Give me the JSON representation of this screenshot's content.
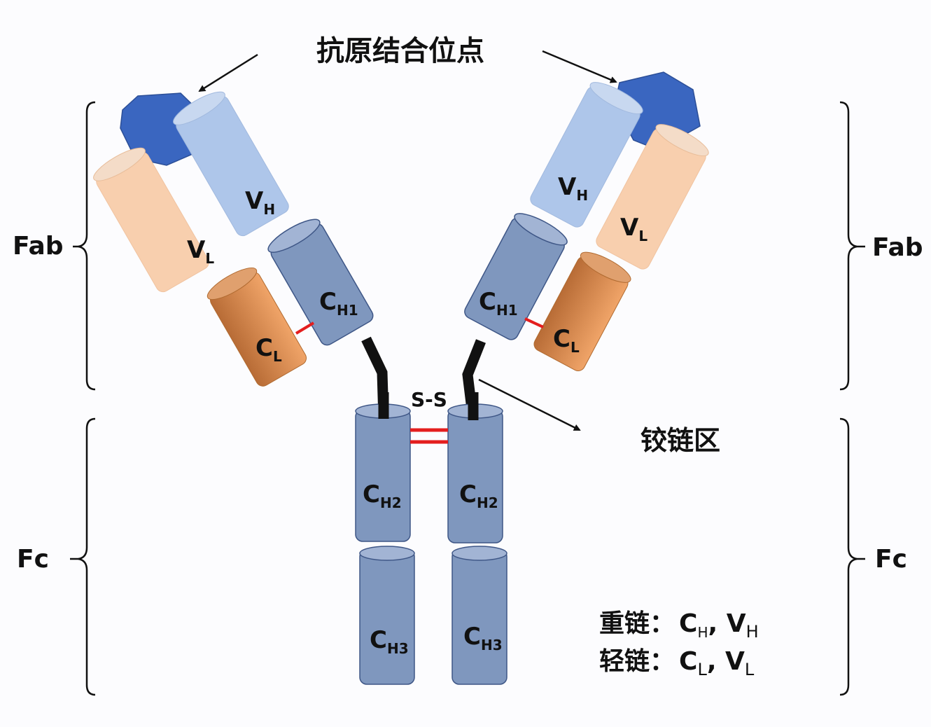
{
  "title": "抗原结合位点",
  "hinge_label": "铰链区",
  "disulfide_label": "S-S",
  "regions": {
    "fab_left": "Fab",
    "fab_right": "Fab",
    "fc_left": "Fc",
    "fc_right": "Fc"
  },
  "domains": {
    "vh": {
      "main": "V",
      "sub": "H"
    },
    "vl": {
      "main": "V",
      "sub": "L"
    },
    "ch1": {
      "main": "C",
      "sub": "H1"
    },
    "cl": {
      "main": "C",
      "sub": "L"
    },
    "ch2": {
      "main": "C",
      "sub": "H2"
    },
    "ch3": {
      "main": "C",
      "sub": "H3"
    }
  },
  "legend": {
    "heavy": {
      "label": "重链：",
      "c": "C",
      "c_sub": "H",
      "sep": ", ",
      "v": "V",
      "v_sub": "H"
    },
    "light": {
      "label": "轻链：",
      "c": "C",
      "c_sub": "L",
      "sep": ", ",
      "v": "V",
      "v_sub": "L"
    }
  },
  "colors": {
    "antigen": "#3a66c0",
    "vh": "#aec6ea",
    "vl": "#f8cfae",
    "heavy_constant": "#7f97be",
    "light_constant": "#d88a4e",
    "disulfide": "#e41e1e",
    "hinge": "#111111"
  }
}
